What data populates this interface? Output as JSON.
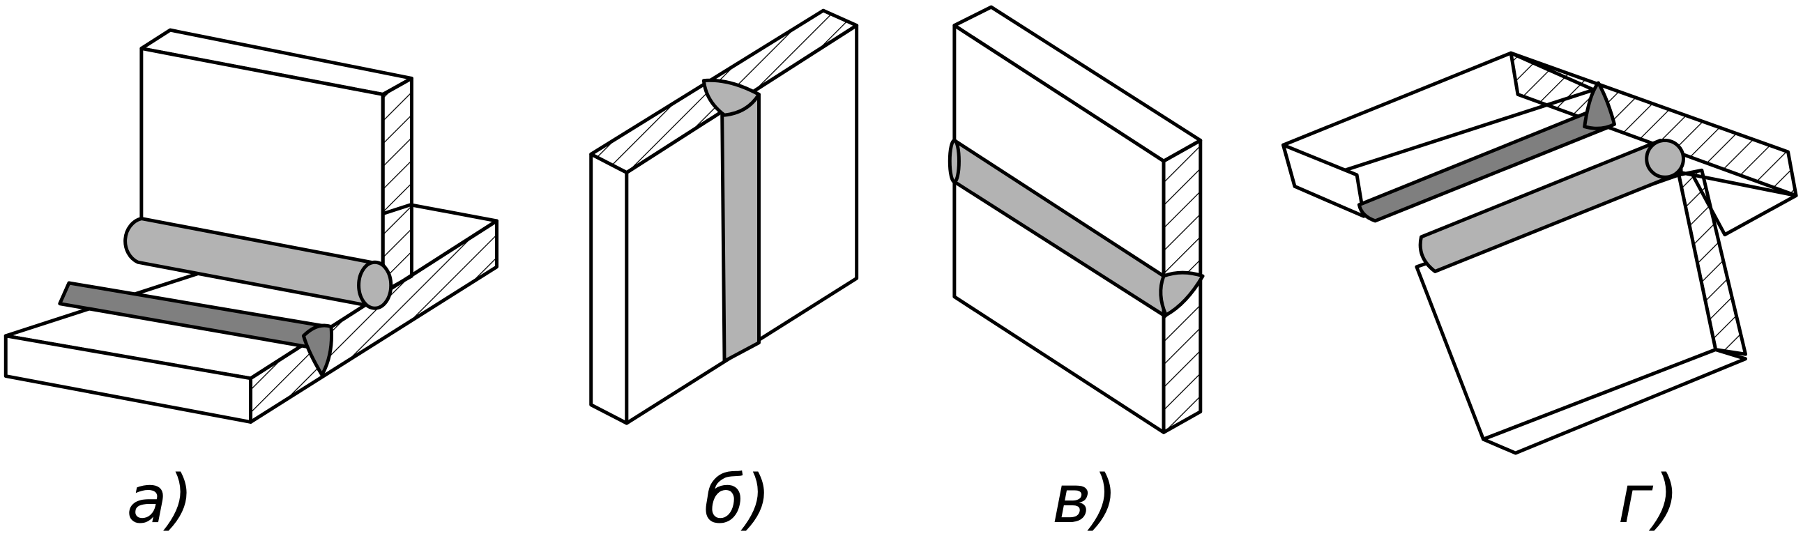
{
  "figure": {
    "captions": [
      "а)",
      "б)",
      "в)",
      "г)"
    ],
    "colors": {
      "outline": "#000000",
      "face": "#ffffff",
      "weld_light": "#b3b3b3",
      "weld_dark": "#7f7f7f"
    }
  }
}
